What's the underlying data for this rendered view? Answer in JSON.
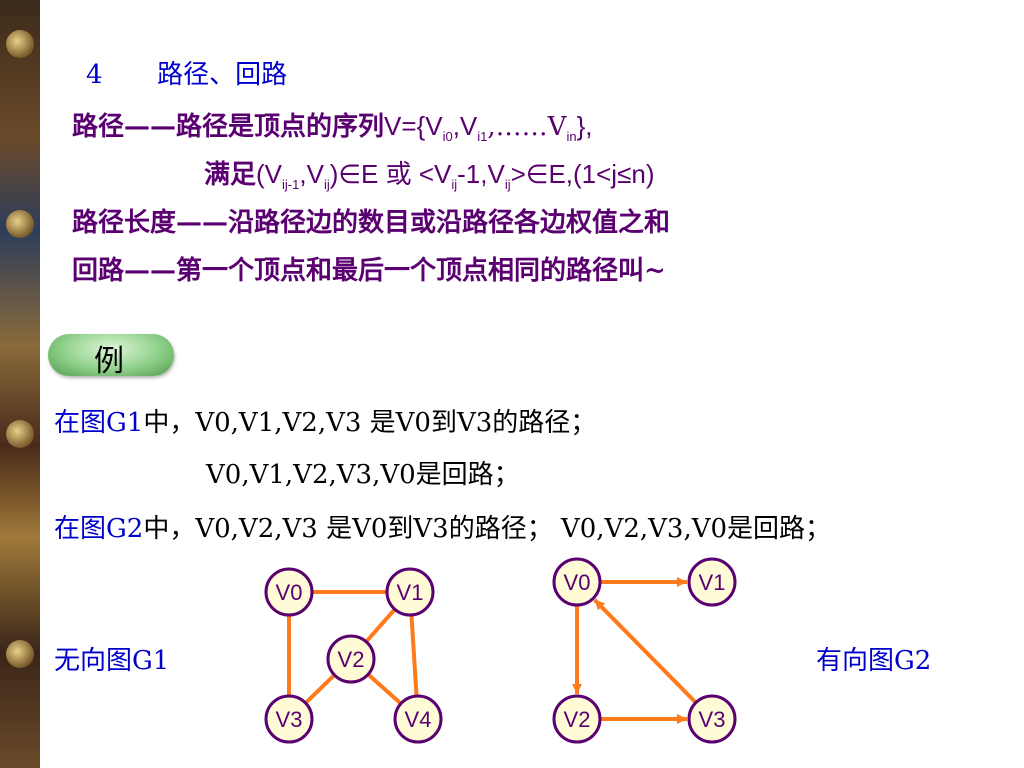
{
  "heading": {
    "number": "4",
    "title": "路径、回路"
  },
  "def_path": {
    "label": "路径——路径是顶点的序列",
    "formula_a": "V={V",
    "sub_i0": "i0",
    "comma1": ",V",
    "sub_i1": "i1",
    "dots": ",……V",
    "sub_in": "in",
    "end": "},"
  },
  "def_cond": {
    "lead": "满足",
    "p1": "(V",
    "s1": "ij-1",
    "p2": ",V",
    "s2": "ij",
    "p3": ")∈E ",
    "or": "或",
    "p4": " <V",
    "s3": "ij",
    "p5": "-1,V",
    "s4": "ij",
    "p6": ">∈E,(1<j≤n)"
  },
  "def_length": "路径长度——沿路径边的数目或沿路径各边权值之和",
  "def_cycle": "回路——第一个顶点和最后一个顶点相同的路径叫~",
  "example_label": "例",
  "ex_g1": {
    "prefix": "在图",
    "graph": "G1",
    "mid": "中，V0,V1,V2,V3  是V0到V3的路径；",
    "line2": "V0,V1,V2,V3,V0是回路；"
  },
  "ex_g2": {
    "prefix": "在图",
    "graph": "G2",
    "mid": "中，V0,V2,V3  是V0到V3的路径；  V0,V2,V3,V0是回路；"
  },
  "g1_label": "无向图G1",
  "g2_label": "有向图G2",
  "g1_nodes": [
    "V0",
    "V1",
    "V2",
    "V3",
    "V4"
  ],
  "g2_nodes": [
    "V0",
    "V1",
    "V2",
    "V3"
  ],
  "colors": {
    "edge": "#ff7a1a",
    "node_border": "#5a0070",
    "node_fill": "#fffbd6",
    "node_text": "#5a0070"
  }
}
